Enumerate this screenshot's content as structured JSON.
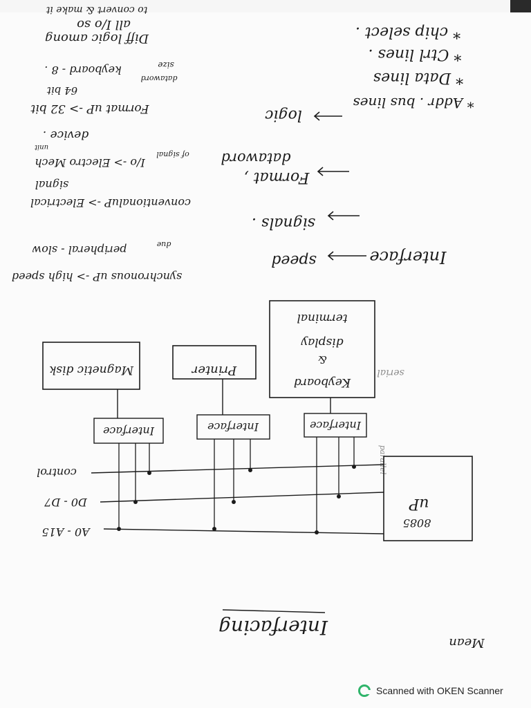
{
  "notes": {
    "line1": "Diff logic among",
    "line2": "all I/o so",
    "line3": "to convert & make it",
    "chip_select": "* chip select .",
    "ctrl_lines": "* Ctrl lines .",
    "data_lines": "* Data lines",
    "addr_lines": "* Addr . bus lines",
    "format_up": "Format uP -> 32 bit",
    "dataword": "dataword",
    "bit64": "64 bit",
    "size": "size",
    "keyboard8": "keyboard - 8 .",
    "logic": "logic",
    "device": "device .",
    "format_arrow": "Format ,",
    "dataword2": "dataword",
    "conv_signals": "conventionaluP -> Electrical",
    "of_signal": "of signal",
    "io_electro": "I/o -> Electro Mech",
    "signal": "signal",
    "unit": "unit",
    "signals": "signals .",
    "interface_speed": "Interface",
    "speed": "speed",
    "sync_up": "synchronous uP -> high speed",
    "slow": "peripheral - slow",
    "due": "due"
  },
  "diagram": {
    "magnetic_disk": "Magnetic disk",
    "printer": "Printer",
    "keyboard": "Keyboard",
    "amp": "&",
    "display": "display",
    "terminal": "terminal",
    "interface1": "Interface",
    "interface2": "Interface",
    "interface3": "Interface",
    "control": "control",
    "d0d7": "D0 - D7",
    "a0a15": "A0 - A15",
    "up": "uP",
    "chip": "8085",
    "serial": "serial",
    "parallel": "parallel"
  },
  "title": "Interfacing",
  "signature": "Mean",
  "footer": {
    "text": "Scanned with OKEN Scanner"
  }
}
